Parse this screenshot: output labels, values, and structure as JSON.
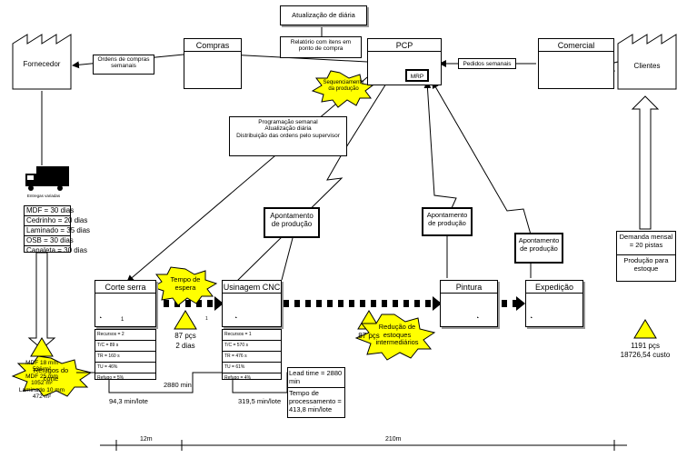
{
  "header": {
    "atualizacao_diaria": "Atualização de diária",
    "relatorio": "Relatório com itens em ponto de compra"
  },
  "entities": {
    "fornecedor": "Fornecedor",
    "clientes": "Clientes",
    "compras": "Compras",
    "pcp": "PCP",
    "comercial": "Comercial",
    "mrp": "MRP"
  },
  "flows": {
    "ordens_compras": "Ordens de compras semanais",
    "pedidos_semanais": "Pedidos semanais",
    "sequenciamento": "Sequenciamento da produção",
    "programacao": "Programação semanal",
    "atualizacao": "Atualização diária",
    "distribuicao": "Distribuição das ordens pelo supervisor"
  },
  "truck_label": "Entregas variadas",
  "supplier_table": [
    "MDF = 30 dias",
    "Cedrinho = 20 dias",
    "Laminado = 35 dias",
    "OSB = 30 dias",
    "Canaleta = 30 dias"
  ],
  "inventory_left": {
    "lines": [
      "MDF 18 mm",
      "536 m²",
      "MDF 25 mm",
      "1052 m²",
      "Laminado 10 mm",
      "472 m²"
    ]
  },
  "apontamento": "Apontamento de produção",
  "processes": [
    {
      "name": "Corte serra",
      "operator": "1",
      "rows": [
        "Recursos = 2",
        "T/C = 89 s",
        "TR = 160 s",
        "TU = 46%",
        "Refugo = 5%"
      ]
    },
    {
      "name": "Usinagem CNC",
      "operator": "",
      "rows": [
        "Recursos = 1",
        "T/C = 570 s",
        "TR = 476 s",
        "TU = 61%",
        "Refugo = 4%"
      ]
    },
    {
      "name": "Pintura",
      "operator": "",
      "rows": []
    },
    {
      "name": "Expedição",
      "operator": "",
      "rows": []
    }
  ],
  "wait": {
    "burst": "Tempo de espera",
    "qty": "87 pçs",
    "days": "2 dias"
  },
  "inventory_mid": "87 pçs",
  "burst_reducao": "Redução de estoques intermediários",
  "burst_refugos": "Refugos do corte",
  "customer_box": {
    "demanda": "Demanda mensal = 20 pistas",
    "producao": "Produção para estoque"
  },
  "customer_inv": {
    "qty": "1191 pçs",
    "custo": "18726,54 custo"
  },
  "timeline": {
    "seg1": "94,3 min/lote",
    "seg2": "2880 min",
    "seg3": "319,5 min/lote",
    "lead_time": "Lead time = 2880 min",
    "tempo_proc": "Tempo de processamento = 413,8 min/lote"
  },
  "distance": {
    "d1": "12m",
    "d2": "210m"
  },
  "operator_count": "1"
}
